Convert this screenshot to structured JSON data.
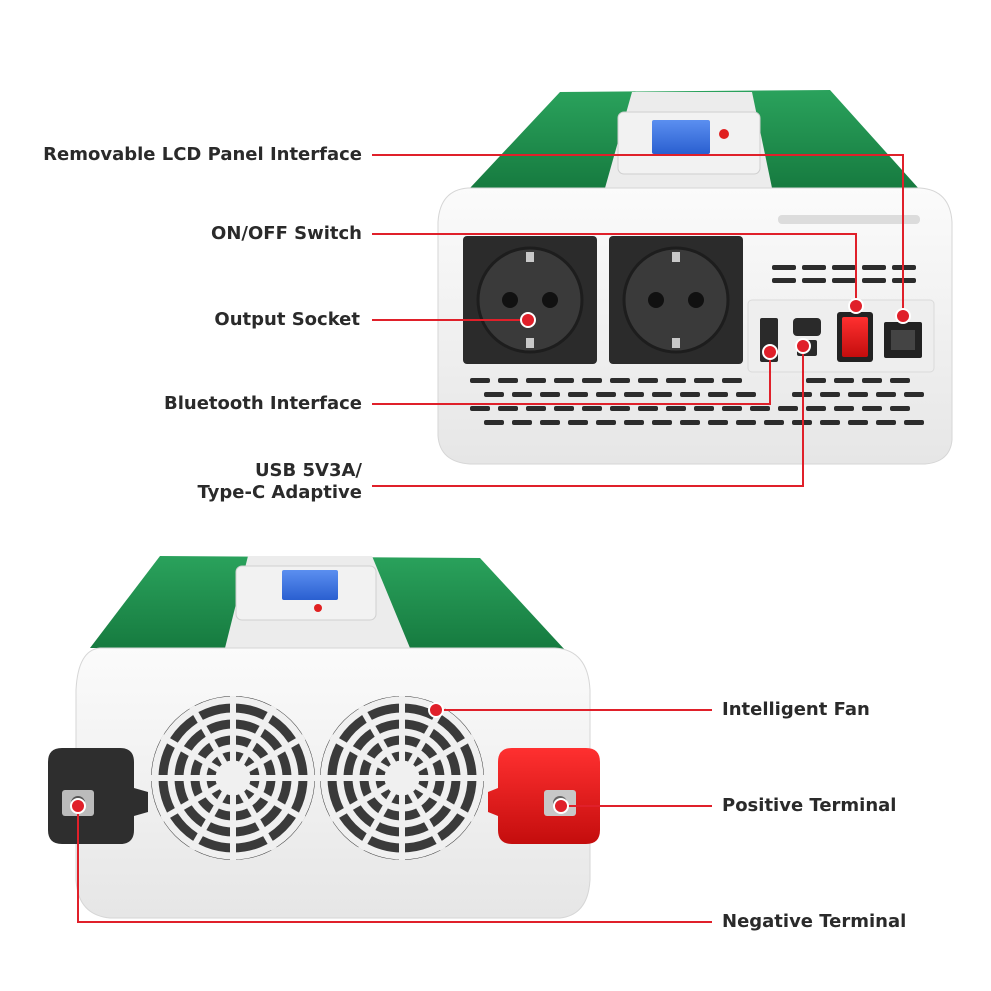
{
  "colors": {
    "callout_line": "#e0202a",
    "housing_green": "#1f8f4e",
    "housing_white": "#f4f4f4",
    "socket_black": "#2b2b2b",
    "terminal_red": "#e01b1b",
    "terminal_black": "#2e2e2e",
    "lcd_blue": "#2f6fe0"
  },
  "callouts": {
    "lcd_panel": "Removable LCD Panel Interface",
    "on_off_switch": "ON/OFF Switch",
    "output_socket": "Output Socket",
    "bluetooth": "Bluetooth Interface",
    "usb_line1": "USB 5V3A/",
    "usb_line2": "Type-C Adaptive",
    "fan": "Intelligent Fan",
    "positive": "Positive Terminal",
    "negative": "Negative Terminal"
  },
  "icons": [
    "schuko-socket-icon",
    "rocker-switch-icon",
    "usb-port-icon",
    "rj45-port-icon",
    "fan-grille-icon",
    "battery-terminal-icon"
  ]
}
